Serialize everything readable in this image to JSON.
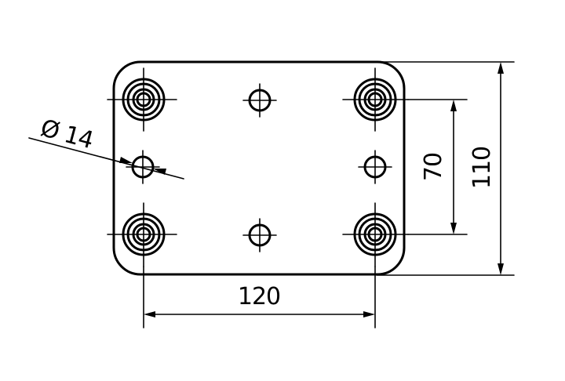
{
  "dimensions": {
    "diameter_symbol": "Ø",
    "diameter_value": "14",
    "width": "120",
    "hole_spacing_vertical": "70",
    "height": "110"
  },
  "bolts": [
    {
      "name": "bolt-top-left"
    },
    {
      "name": "bolt-top-right"
    },
    {
      "name": "bolt-bottom-left"
    },
    {
      "name": "bolt-bottom-right"
    }
  ],
  "holes": [
    {
      "name": "hole-top-middle"
    },
    {
      "name": "hole-mid-left"
    },
    {
      "name": "hole-mid-right"
    },
    {
      "name": "hole-bottom-middle"
    }
  ]
}
